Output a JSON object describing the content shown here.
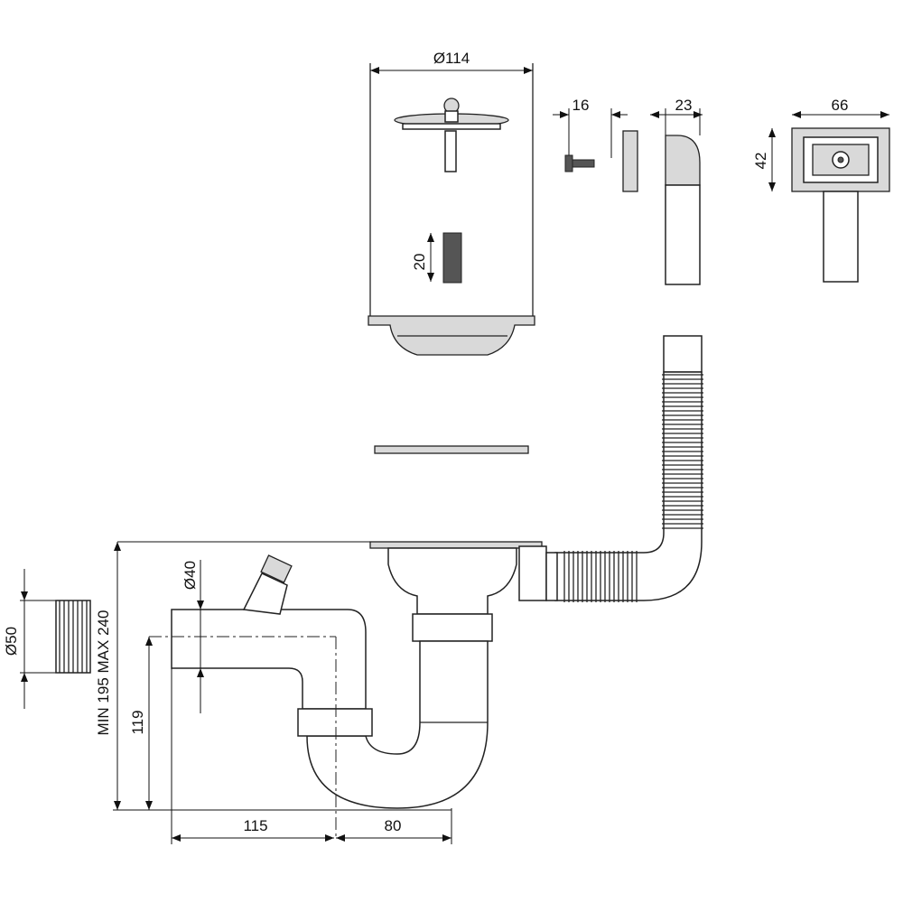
{
  "dimensions": {
    "strainer_diameter": "Ø114",
    "screw_length": "16",
    "overflow_width": "23",
    "overflow_head_width": "66",
    "overflow_head_height": "42",
    "thread_length": "20",
    "side_inlet_diameter": "Ø40",
    "outlet_diameter": "Ø50",
    "height_range": "MIN 195 MAX 240",
    "outlet_height": "119",
    "outlet_offset": "115",
    "trap_offset": "80"
  },
  "colors": {
    "line": "#222222",
    "fill": "#d9d9d9",
    "dark": "#555555"
  }
}
